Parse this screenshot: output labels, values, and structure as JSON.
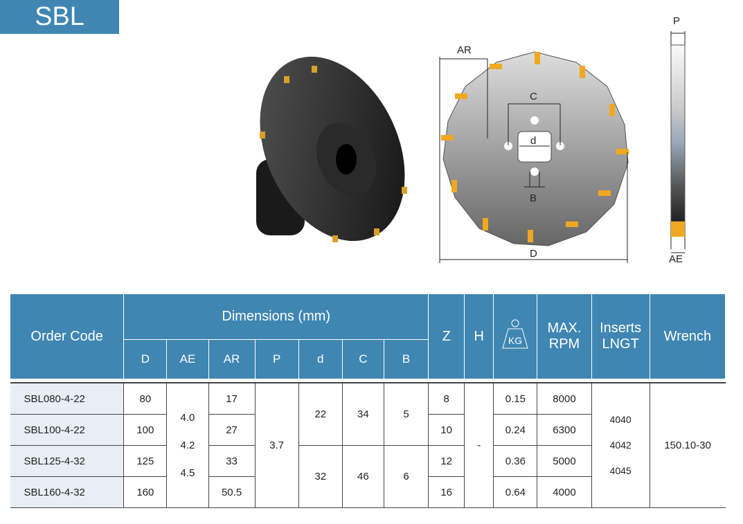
{
  "title": "SBL",
  "drawing": {
    "labels": {
      "ar": "AR",
      "c": "C",
      "d": "d",
      "b": "B",
      "dia": "D",
      "p": "P",
      "ae": "AE"
    }
  },
  "table": {
    "headers": {
      "order_code": "Order Code",
      "dimensions": "Dimensions (mm)",
      "dims": [
        "D",
        "AE",
        "AR",
        "P",
        "d",
        "C",
        "B"
      ],
      "z": "Z",
      "h": "H",
      "weight_icon_text": "KG",
      "max_rpm": [
        "MAX.",
        "RPM"
      ],
      "inserts": [
        "Inserts",
        "LNGT"
      ],
      "wrench": "Wrench"
    },
    "rows": [
      {
        "code": "SBL080-4-22",
        "D": "80",
        "AR": "17",
        "Z": "8",
        "kg": "0.15",
        "rpm": "8000"
      },
      {
        "code": "SBL100-4-22",
        "D": "100",
        "AR": "27",
        "Z": "10",
        "kg": "0.24",
        "rpm": "6300"
      },
      {
        "code": "SBL125-4-32",
        "D": "125",
        "AR": "33",
        "Z": "12",
        "kg": "0.36",
        "rpm": "5000"
      },
      {
        "code": "SBL160-4-32",
        "D": "160",
        "AR": "50.5",
        "Z": "16",
        "kg": "0.64",
        "rpm": "4000"
      }
    ],
    "ae": [
      "4.0",
      "4.2",
      "4.5"
    ],
    "p": "3.7",
    "groups": [
      {
        "d": "22",
        "C": "34",
        "B": "5"
      },
      {
        "d": "32",
        "C": "46",
        "B": "6"
      }
    ],
    "h": "-",
    "inserts": [
      "4040",
      "4042",
      "4045"
    ],
    "wrench": "150.10-30"
  }
}
